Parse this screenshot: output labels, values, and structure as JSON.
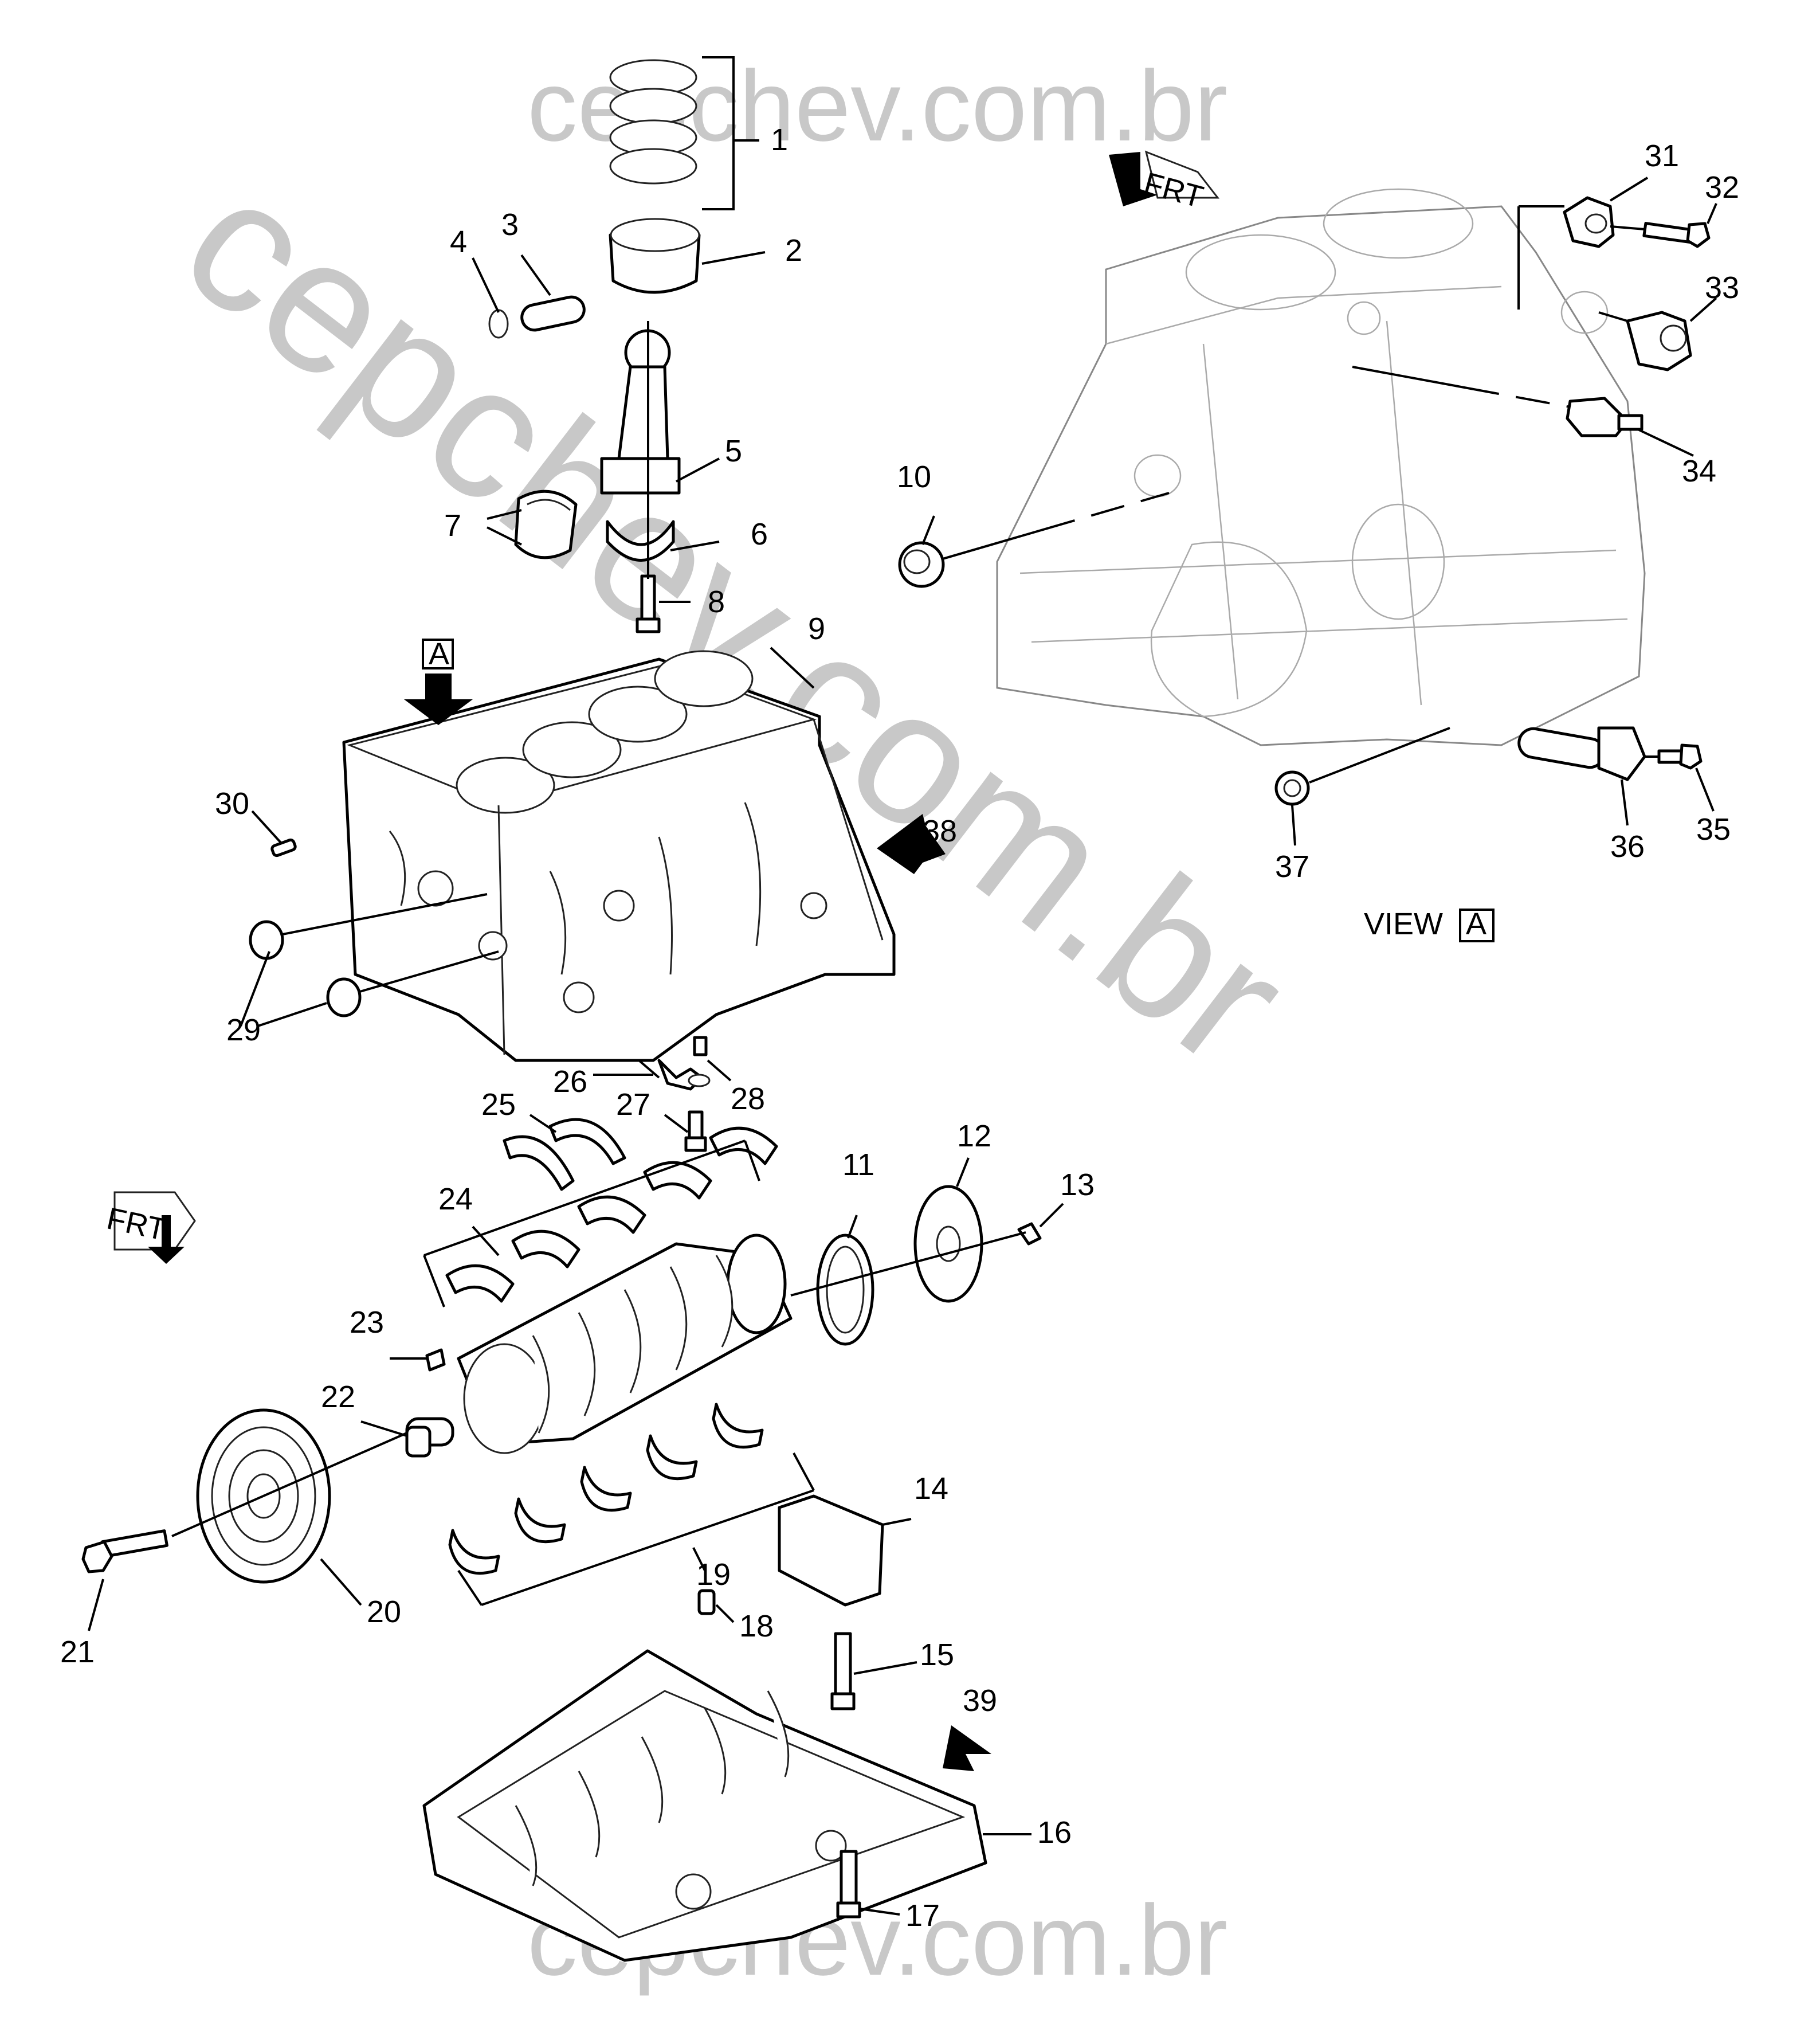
{
  "watermark": {
    "top": "cepchev.com.br",
    "bottom": "cepchev.com.br",
    "diagonal": "cepchev.com.br",
    "color": "#c8c8c8"
  },
  "view_label": "VIEW",
  "view_letter": "A",
  "arrow_letter": "A",
  "frt_text": "FRT",
  "callouts": [
    "1",
    "2",
    "3",
    "4",
    "5",
    "6",
    "7",
    "8",
    "9",
    "10",
    "11",
    "12",
    "13",
    "14",
    "15",
    "16",
    "17",
    "18",
    "19",
    "20",
    "21",
    "22",
    "23",
    "24",
    "25",
    "26",
    "27",
    "28",
    "29",
    "30",
    "31",
    "32",
    "33",
    "34",
    "35",
    "36",
    "37",
    "38",
    "39"
  ]
}
